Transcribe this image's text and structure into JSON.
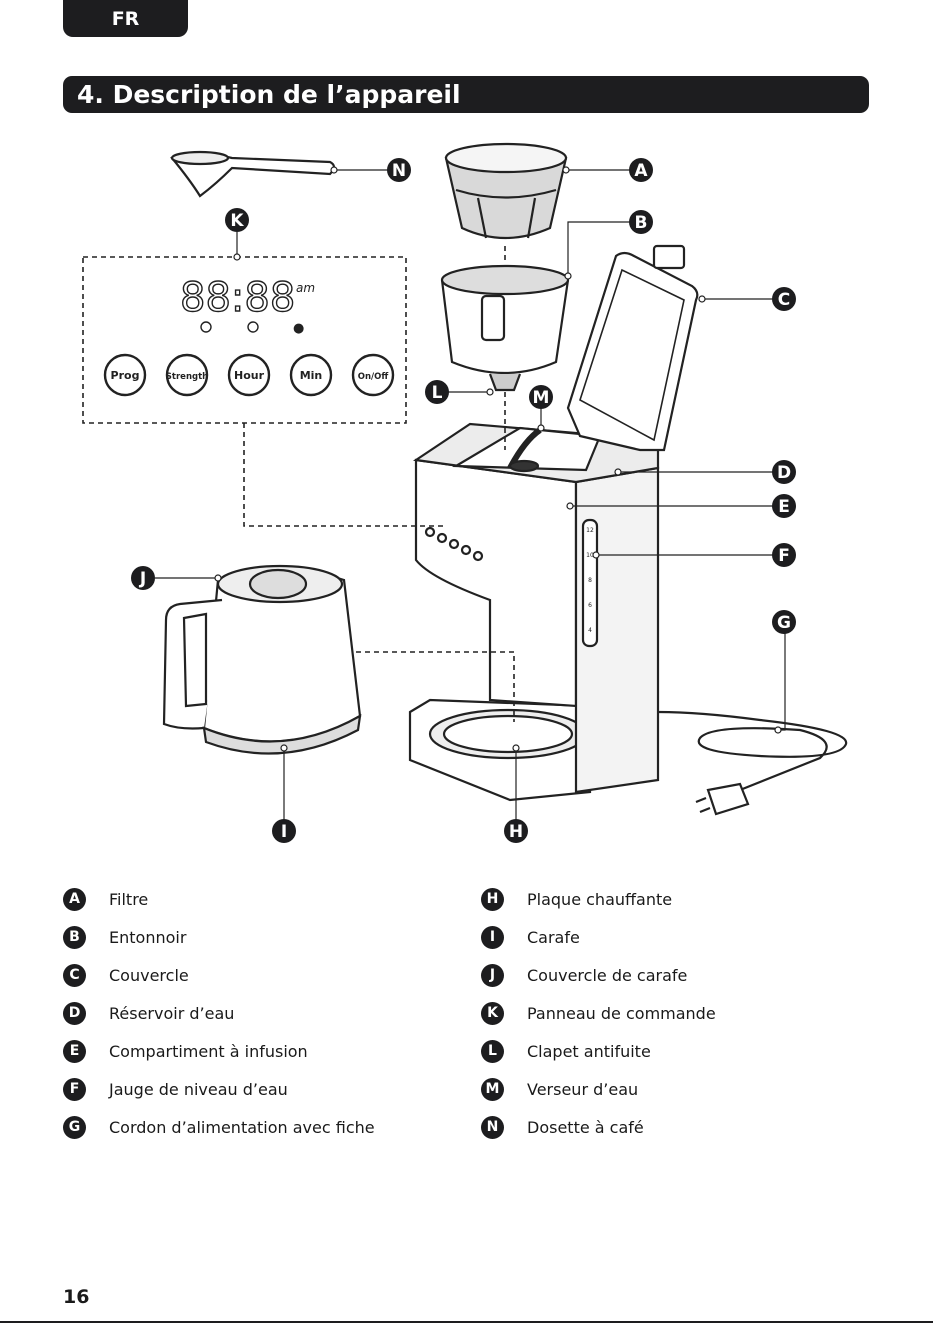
{
  "header": {
    "lang": "FR",
    "section_title": "4. Description de l’appareil"
  },
  "panel": {
    "display": "88:88",
    "ampm": "am",
    "buttons": [
      "Prog",
      "Strength",
      "Hour",
      "Min",
      "On/Off"
    ]
  },
  "gauge_marks": [
    "12",
    "10",
    "8",
    "6",
    "4"
  ],
  "callouts": {
    "a": "A",
    "b": "B",
    "c": "C",
    "d": "D",
    "e": "E",
    "f": "F",
    "g": "G",
    "h": "H",
    "i": "I",
    "j": "J",
    "k": "K",
    "l": "L",
    "m": "M",
    "n": "N"
  },
  "legend": {
    "left": [
      {
        "letter": "A",
        "label": "Filtre"
      },
      {
        "letter": "B",
        "label": "Entonnoir"
      },
      {
        "letter": "C",
        "label": "Couvercle"
      },
      {
        "letter": "D",
        "label": "Réservoir d’eau"
      },
      {
        "letter": "E",
        "label": "Compartiment à infusion"
      },
      {
        "letter": "F",
        "label": "Jauge de niveau d’eau"
      },
      {
        "letter": "G",
        "label": "Cordon d’alimentation avec fiche"
      }
    ],
    "right": [
      {
        "letter": "H",
        "label": "Plaque chauffante"
      },
      {
        "letter": "I",
        "label": "Carafe"
      },
      {
        "letter": "J",
        "label": "Couvercle de carafe"
      },
      {
        "letter": "K",
        "label": "Panneau de commande"
      },
      {
        "letter": "L",
        "label": "Clapet antifuite"
      },
      {
        "letter": "M",
        "label": "Verseur d’eau"
      },
      {
        "letter": "N",
        "label": "Dosette à café"
      }
    ]
  },
  "page_number": "16"
}
